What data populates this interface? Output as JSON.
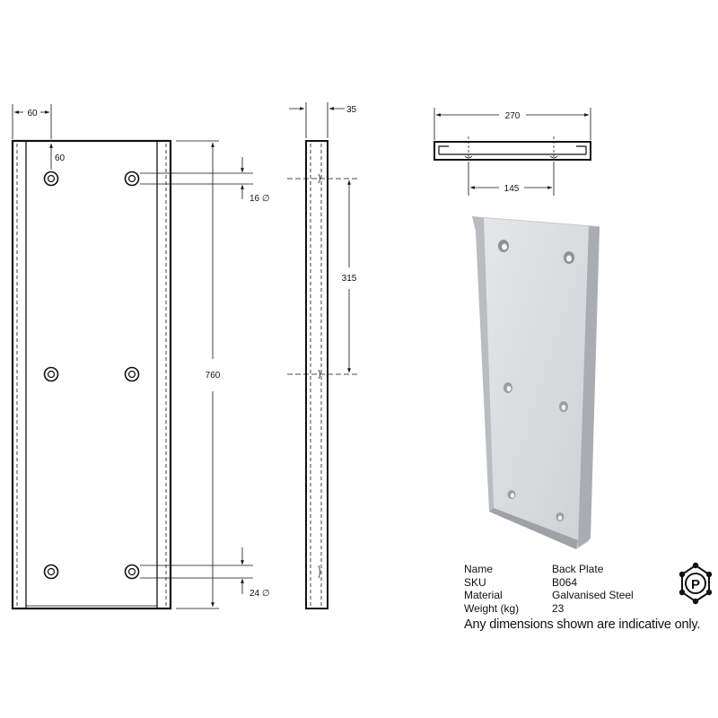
{
  "dimensions": {
    "flange_width": "60",
    "hole_offset_top": "60",
    "top_hole_diameter": "16 ∅",
    "height": "760",
    "bottom_hole_diameter": "24 ∅",
    "depth": "35",
    "hole_spacing_vertical": "315",
    "width": "270",
    "hole_spacing_horizontal": "145"
  },
  "spec": {
    "rows": [
      {
        "key": "Name",
        "value": "Back Plate"
      },
      {
        "key": "SKU",
        "value": "B064"
      },
      {
        "key": "Material",
        "value": "Galvanised Steel"
      },
      {
        "key": "Weight (kg)",
        "value": "23"
      }
    ],
    "note": "Any dimensions shown are indicative only."
  },
  "logo": {
    "letter": "P"
  }
}
